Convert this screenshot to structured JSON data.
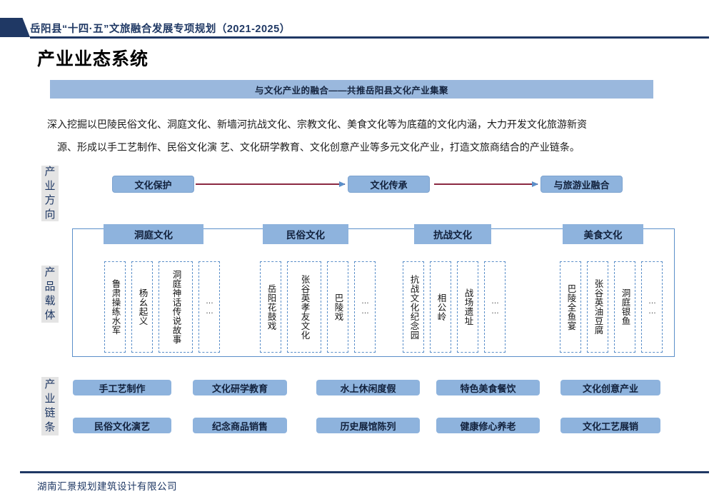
{
  "header": {
    "document_title": "岳阳县“十四·五”文旅融合发展专项规划（2021-2025）",
    "accent_color": "#1f3864"
  },
  "slide": {
    "title": "产业业态系统",
    "banner_text": "与文化产业的融合——共推岳阳县文化产业集聚",
    "banner_color": "#9ab8dd",
    "paragraph_line1": "深入挖掘以巴陵民俗文化、洞庭文化、新墙河抗战文化、宗教文化、美食文化等为底蕴的文化内涵，大力开发文化旅游新资",
    "paragraph_line2": "源、形成以手工艺制作、民俗文化演 艺、文化研学教育、文化创意产业等多元文化产业，打造文旅商结合的产业链条。"
  },
  "sections": {
    "direction_label": "产业方向",
    "carrier_label": "产品载体",
    "chain_label": "产业链条"
  },
  "direction": {
    "boxes": [
      {
        "label": "文化保护"
      },
      {
        "label": "文化传承"
      },
      {
        "label": "与旅游业融合"
      }
    ],
    "arrow_color": "#8b2942",
    "arrowhead_color": "#5b8fc9",
    "box_color": "#8eb3dd"
  },
  "carrier": {
    "frame_color": "#5b8fc9",
    "categories": [
      {
        "name": "洞庭文化",
        "items": [
          "鲁肃操练水军",
          "杨幺起义",
          "洞庭神话传说故事",
          "……"
        ]
      },
      {
        "name": "民俗文化",
        "items": [
          "岳阳花鼓戏",
          "张谷英孝友文化",
          "巴陵戏",
          "……"
        ]
      },
      {
        "name": "抗战文化",
        "items": [
          "抗战文化纪念园",
          "相公岭",
          "战场遗址",
          "……"
        ]
      },
      {
        "name": "美食文化",
        "items": [
          "巴陵全鱼宴",
          "张谷英油豆腐",
          "洞庭银鱼",
          "……"
        ]
      }
    ]
  },
  "chain": {
    "box_color": "#8eb3dd",
    "row1": [
      "手工艺制作",
      "文化研学教育",
      "水上休闲度假",
      "特色美食餐饮",
      "文化创意产业"
    ],
    "row2": [
      "民俗文化演艺",
      "纪念商品销售",
      "历史展馆陈列",
      "健康修心养老",
      "文化工艺展销"
    ]
  },
  "footer": {
    "company": "湖南汇景规划建筑设计有限公司"
  }
}
